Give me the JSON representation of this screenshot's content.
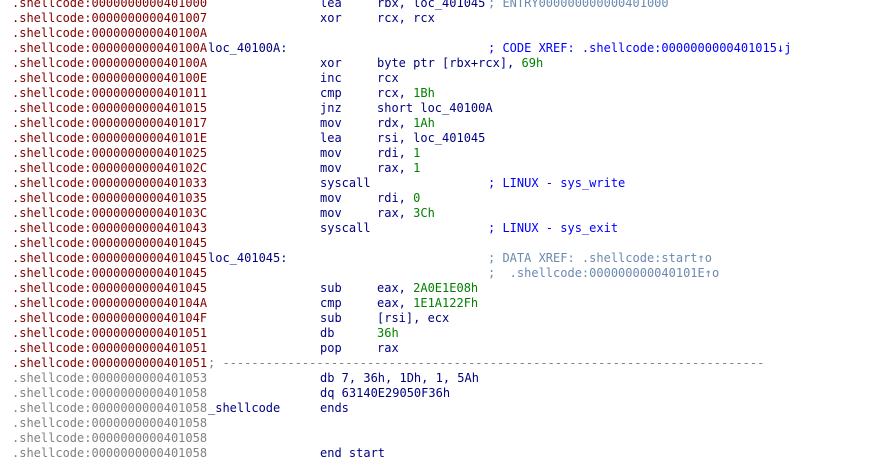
{
  "lines": [
    {
      "addr": ".shellcode:0000000000401000",
      "addr_style": "red",
      "mnem": "lea",
      "ops": "rbx, loc_401045",
      "cmt": "; ENTRY000000000000401000",
      "cmt_style": "faded"
    },
    {
      "addr": ".shellcode:0000000000401007",
      "addr_style": "red",
      "mnem": "xor",
      "ops": "rcx, rcx"
    },
    {
      "addr": ".shellcode:000000000040100A",
      "addr_style": "red"
    },
    {
      "addr": ".shellcode:000000000040100A",
      "addr_style": "red",
      "label": "loc_40100A:",
      "cmt": "; CODE XREF: .shellcode:0000000000401015↓j",
      "cmt_style": "green"
    },
    {
      "addr": ".shellcode:000000000040100A",
      "addr_style": "red",
      "mnem": "xor",
      "ops": "byte ptr [rbx+rcx], ",
      "num": "69h"
    },
    {
      "addr": ".shellcode:000000000040100E",
      "addr_style": "red",
      "mnem": "inc",
      "ops": "rcx"
    },
    {
      "addr": ".shellcode:0000000000401011",
      "addr_style": "red",
      "mnem": "cmp",
      "ops": "rcx, ",
      "num": "1Bh"
    },
    {
      "addr": ".shellcode:0000000000401015",
      "addr_style": "red",
      "mnem": "jnz",
      "ops": "short loc_40100A"
    },
    {
      "addr": ".shellcode:0000000000401017",
      "addr_style": "red",
      "mnem": "mov",
      "ops": "rdx, ",
      "num": "1Ah"
    },
    {
      "addr": ".shellcode:000000000040101E",
      "addr_style": "red",
      "mnem": "lea",
      "ops": "rsi, loc_401045"
    },
    {
      "addr": ".shellcode:0000000000401025",
      "addr_style": "red",
      "mnem": "mov",
      "ops": "rdi, ",
      "num": "1"
    },
    {
      "addr": ".shellcode:000000000040102C",
      "addr_style": "red",
      "mnem": "mov",
      "ops": "rax, ",
      "num": "1"
    },
    {
      "addr": ".shellcode:0000000000401033",
      "addr_style": "red",
      "mnem": "syscall",
      "cmt": "; LINUX - sys_write",
      "cmt_style": "blue"
    },
    {
      "addr": ".shellcode:0000000000401035",
      "addr_style": "red",
      "mnem": "mov",
      "ops": "rdi, ",
      "num": "0"
    },
    {
      "addr": ".shellcode:000000000040103C",
      "addr_style": "red",
      "mnem": "mov",
      "ops": "rax, ",
      "num": "3Ch"
    },
    {
      "addr": ".shellcode:0000000000401043",
      "addr_style": "red",
      "mnem": "syscall",
      "cmt": "; LINUX - sys_exit",
      "cmt_style": "blue"
    },
    {
      "addr": ".shellcode:0000000000401045",
      "addr_style": "red"
    },
    {
      "addr": ".shellcode:0000000000401045",
      "addr_style": "red",
      "label": "loc_401045:",
      "cmt": "; DATA XREF: .shellcode:start↑o",
      "cmt_style": "faded"
    },
    {
      "addr": ".shellcode:0000000000401045",
      "addr_style": "red",
      "cmt": ";  .shellcode:000000000040101E↑o",
      "cmt_style": "faded"
    },
    {
      "addr": ".shellcode:0000000000401045",
      "addr_style": "red",
      "mnem": "sub",
      "ops": "eax, ",
      "num": "2A0E1E08h"
    },
    {
      "addr": ".shellcode:000000000040104A",
      "addr_style": "red",
      "mnem": "cmp",
      "ops": "eax, ",
      "num": "1E1A122Fh"
    },
    {
      "addr": ".shellcode:000000000040104F",
      "addr_style": "red",
      "mnem": "sub",
      "ops": "[rsi], ecx"
    },
    {
      "addr": ".shellcode:0000000000401051",
      "addr_style": "red",
      "mnem": "db",
      "num_only": "36h"
    },
    {
      "addr": ".shellcode:0000000000401051",
      "addr_style": "red",
      "mnem": "pop",
      "ops": "rax"
    },
    {
      "addr": ".shellcode:0000000000401051",
      "addr_style": "red",
      "sep": "; ---------------------------------------------------------------------------"
    },
    {
      "addr": ".shellcode:0000000000401053",
      "addr_style": "gray",
      "wide": "db 7, 36h, 1Dh, 1, 5Ah"
    },
    {
      "addr": ".shellcode:0000000000401058",
      "addr_style": "gray",
      "wide": "dq 63140E29050F36h"
    },
    {
      "addr": ".shellcode:0000000000401058",
      "addr_style": "gray",
      "label": "_shellcode",
      "wide": "ends"
    },
    {
      "addr": ".shellcode:0000000000401058",
      "addr_style": "gray"
    },
    {
      "addr": ".shellcode:0000000000401058",
      "addr_style": "gray"
    },
    {
      "addr": ".shellcode:0000000000401058",
      "addr_style": "gray",
      "wide": "end start"
    }
  ],
  "colors": {
    "address": "#800000",
    "address_gray": "#808080",
    "code": "#000080",
    "number": "#008000",
    "comment": "#0000ff"
  }
}
